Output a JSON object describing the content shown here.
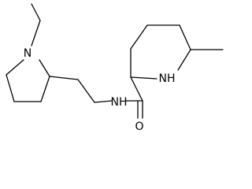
{
  "molecule": {
    "atom_labels": {
      "pyrrolidine_n": "N",
      "amide_n": "NH",
      "piperidine_n": "NH",
      "carbonyl_o": "O"
    }
  }
}
